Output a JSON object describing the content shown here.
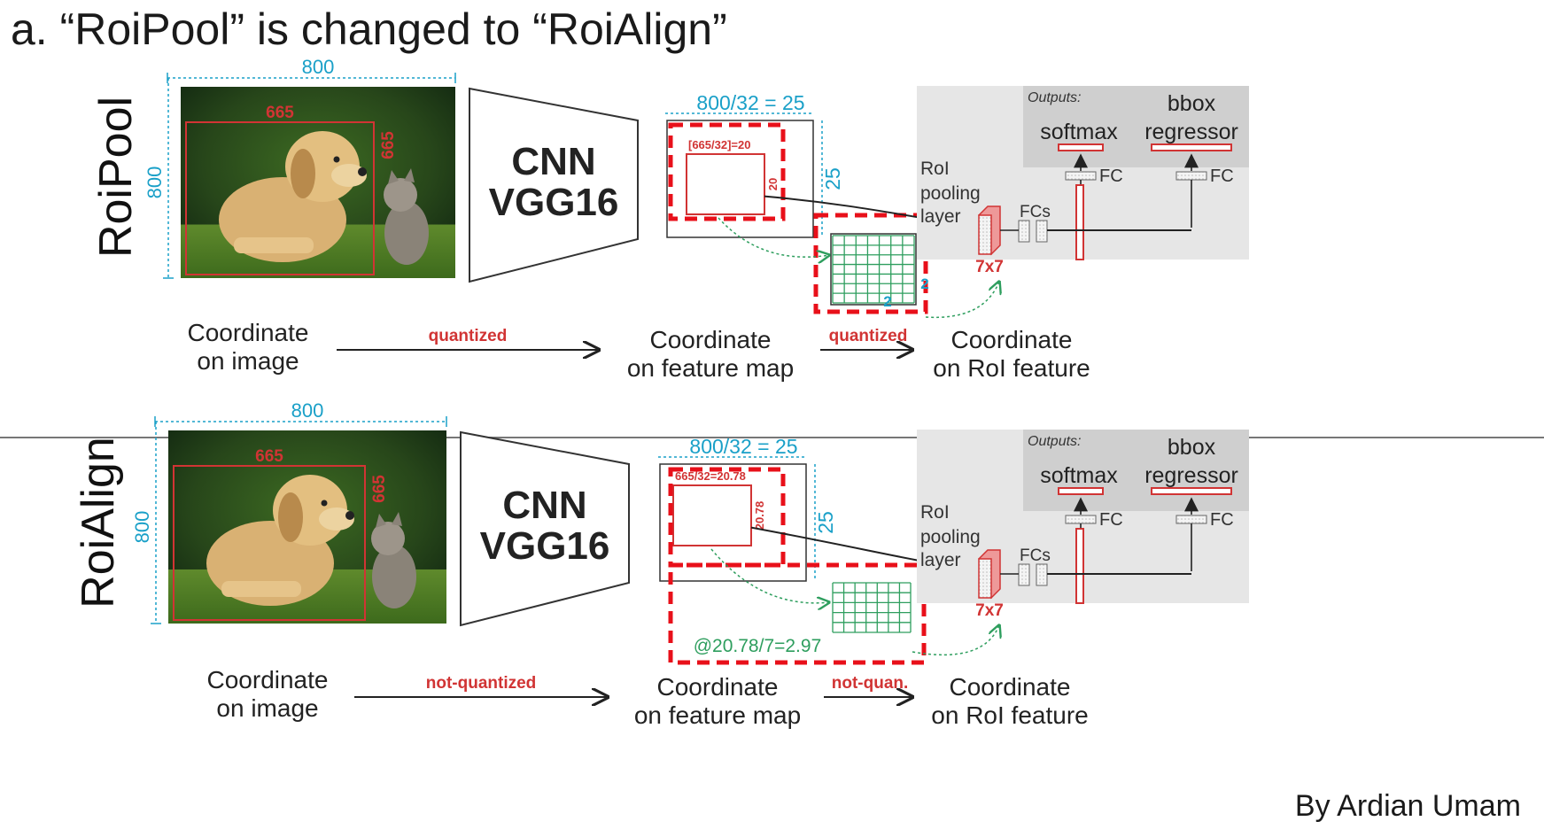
{
  "title": "a.  “RoiPool” is changed to “RoiAlign”",
  "author": "By Ardian Umam",
  "colors": {
    "accent_red": "#d13434",
    "accent_blue": "#1aa0c8",
    "dashed_red": "#e8101a",
    "grid_green": "#2e9e5e",
    "panel_gray": "#e6e6e6"
  },
  "rows": [
    {
      "label": "RoiPool",
      "image_width_label": "800",
      "image_height_label": "800",
      "roi_width_label": "665",
      "roi_height_label": "665",
      "cnn_line1": "CNN",
      "cnn_line2": "VGG16",
      "feature_width_label": "800/32 = 25",
      "feature_height_label": "25",
      "feature_roi_label": "[665/32]=20",
      "feature_roi_side_label": "20",
      "grid_cell_label_right": "2",
      "grid_cell_label_bottom": "2",
      "grid_note": "",
      "outputs_label": "Outputs:",
      "softmax_label": "softmax",
      "bbox_label": "bbox",
      "regressor_label": "regressor",
      "fc_label": "FC",
      "fc2_label": "FC",
      "roi_pool_label_1": "RoI",
      "roi_pool_label_2": "pooling",
      "roi_pool_label_3": "layer",
      "fcs_label": "FCs",
      "size_label": "7x7",
      "coord1_line1": "Coordinate",
      "coord1_line2": "on image",
      "arrow1_label": "quantized",
      "coord2_line1": "Coordinate",
      "coord2_line2": "on feature map",
      "arrow2_label": "quantized",
      "coord3_line1": "Coordinate",
      "coord3_line2": "on RoI feature"
    },
    {
      "label": "RoiAlign",
      "image_width_label": "800",
      "image_height_label": "800",
      "roi_width_label": "665",
      "roi_height_label": "665",
      "cnn_line1": "CNN",
      "cnn_line2": "VGG16",
      "feature_width_label": "800/32 = 25",
      "feature_height_label": "25",
      "feature_roi_label": "665/32=20.78",
      "feature_roi_side_label": "20.78",
      "grid_cell_label_right": "",
      "grid_cell_label_bottom": "",
      "grid_note": "@20.78/7=2.97",
      "outputs_label": "Outputs:",
      "softmax_label": "softmax",
      "bbox_label": "bbox",
      "regressor_label": "regressor",
      "fc_label": "FC",
      "fc2_label": "FC",
      "roi_pool_label_1": "RoI",
      "roi_pool_label_2": "pooling",
      "roi_pool_label_3": "layer",
      "fcs_label": "FCs",
      "size_label": "7x7",
      "coord1_line1": "Coordinate",
      "coord1_line2": "on image",
      "arrow1_label": "not-quantized",
      "coord2_line1": "Coordinate",
      "coord2_line2": "on feature map",
      "arrow2_label": "not-quan.",
      "coord3_line1": "Coordinate",
      "coord3_line2": "on RoI feature"
    }
  ]
}
